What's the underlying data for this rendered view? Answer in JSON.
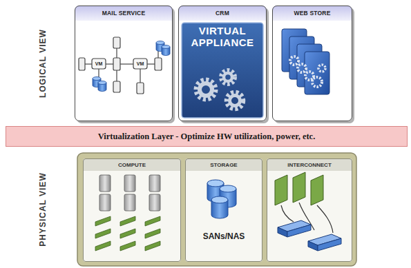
{
  "diagram": {
    "nodes": [
      {
        "text": [
          "MAIL SERVICE"
        ]
      },
      {
        "text": [
          "CRM",
          "VIRTUAL APPLIANCE"
        ]
      },
      {
        "text": [
          "WEB STORE"
        ]
      },
      {
        "text": [
          "Virtualization Layer - Optimize HW utilization, power, etc."
        ]
      },
      {
        "text": [
          "COMPUTE"
        ]
      },
      {
        "text": [
          "STORAGE",
          "SANs/NAS"
        ]
      },
      {
        "text": [
          "INTERCONNECT"
        ]
      }
    ],
    "labels": [
      "LOGICAL VIEW",
      "PHYSICAL VIEW",
      "VM",
      "VM"
    ]
  }
}
